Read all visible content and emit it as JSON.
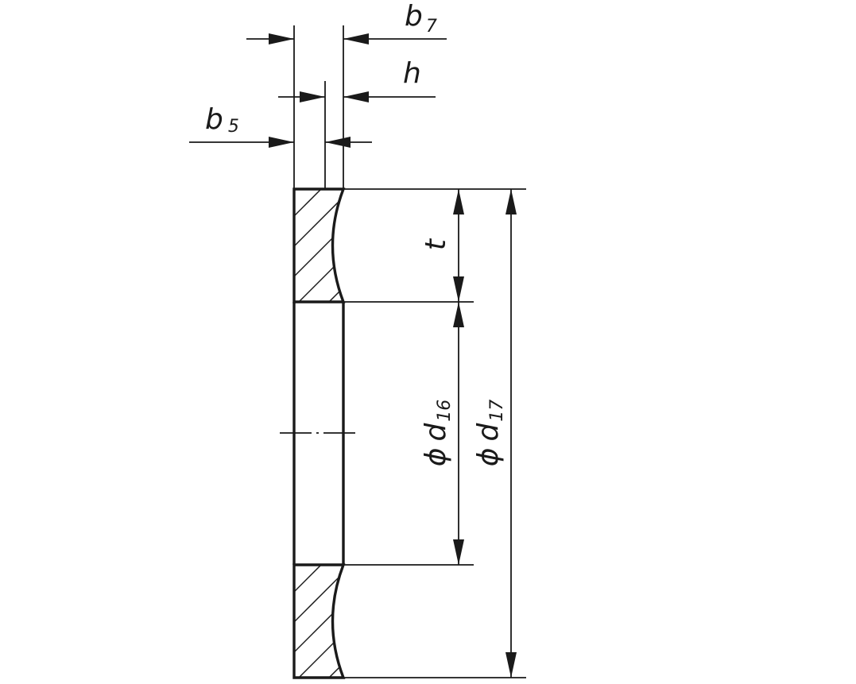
{
  "dimensions": {
    "b7": {
      "symbol": "b",
      "subscript": "7"
    },
    "h": {
      "symbol": "h",
      "subscript": ""
    },
    "b5": {
      "symbol": "b",
      "subscript": "5"
    },
    "t": {
      "symbol": "t",
      "subscript": ""
    },
    "d16": {
      "prefix": "ϕ",
      "symbol": "d",
      "subscript": "16"
    },
    "d17": {
      "prefix": "ϕ",
      "symbol": "d",
      "subscript": "17"
    }
  },
  "colors": {
    "line": "#1a1a1a",
    "background": "#ffffff"
  }
}
